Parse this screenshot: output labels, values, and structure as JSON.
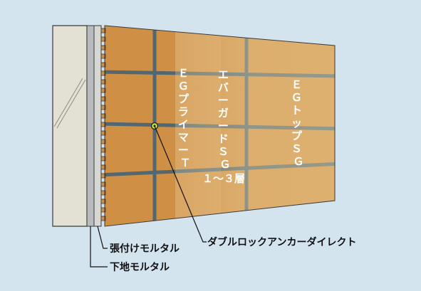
{
  "labels": {
    "coat1": [
      "Ｅ",
      "Ｇ",
      "プ",
      "ラ",
      "イ",
      "マ",
      "ー",
      "Ｔ"
    ],
    "coat2": [
      "エ",
      "バ",
      "ー",
      "ガ",
      "ー",
      "ド",
      "Ｓ",
      "Ｇ"
    ],
    "coat2_note": "１～３層",
    "coat3": [
      "Ｅ",
      "Ｇ",
      "ト",
      "ッ",
      "プ",
      "Ｓ",
      "Ｇ"
    ],
    "anchor": "ダブルロックアンカーダイレクト",
    "adhesive_mortar": "張付けモルタル",
    "base_mortar": "下地モルタル"
  },
  "colors": {
    "background": "#d3e4ef",
    "concrete": "#e3e0d4",
    "tile": "#cf8f45",
    "joint": "#536770",
    "coat_overlay": "#f4e2b0"
  }
}
